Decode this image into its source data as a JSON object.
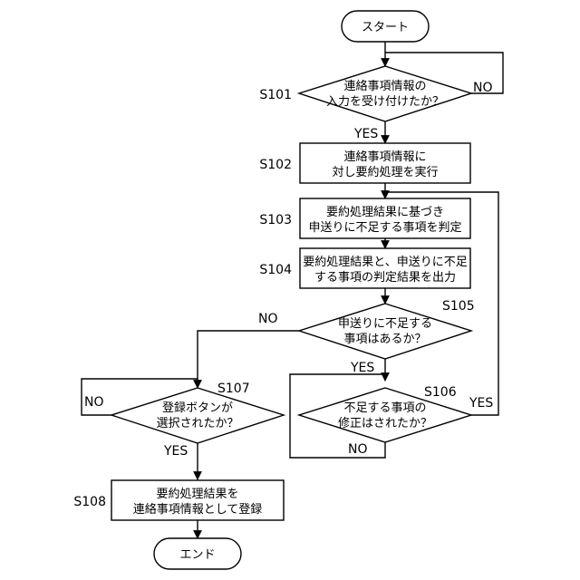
{
  "nodes": {
    "start": {
      "text": "スタート"
    },
    "s101": {
      "label": "S101",
      "lines": [
        "連絡事項情報の",
        "入力を受け付けたか？"
      ]
    },
    "s102": {
      "label": "S102",
      "lines": [
        "連絡事項情報に",
        "対し要約処理を実行"
      ]
    },
    "s103": {
      "label": "S103",
      "lines": [
        "要約処理結果に基づき",
        "申送りに不足する事項を判定"
      ]
    },
    "s104": {
      "label": "S104",
      "lines": [
        "要約処理結果と、申送りに不足",
        "する事項の判定結果を出力"
      ]
    },
    "s105": {
      "label": "S105",
      "lines": [
        "申送りに不足する",
        "事項はあるか？"
      ]
    },
    "s106": {
      "label": "S106",
      "lines": [
        "不足する事項の",
        "修正はされたか？"
      ]
    },
    "s107": {
      "label": "S107",
      "lines": [
        "登録ボタンが",
        "選択されたか？"
      ]
    },
    "s108": {
      "label": "S108",
      "lines": [
        "要約処理結果を",
        "連絡事項情報として登録"
      ]
    },
    "end": {
      "text": "エンド"
    }
  },
  "branches": {
    "s101_no": "NO",
    "s101_yes": "YES",
    "s105_no": "NO",
    "s105_yes": "YES",
    "s106_yes": "YES",
    "s106_no": "NO",
    "s107_no": "NO",
    "s107_yes": "YES"
  }
}
